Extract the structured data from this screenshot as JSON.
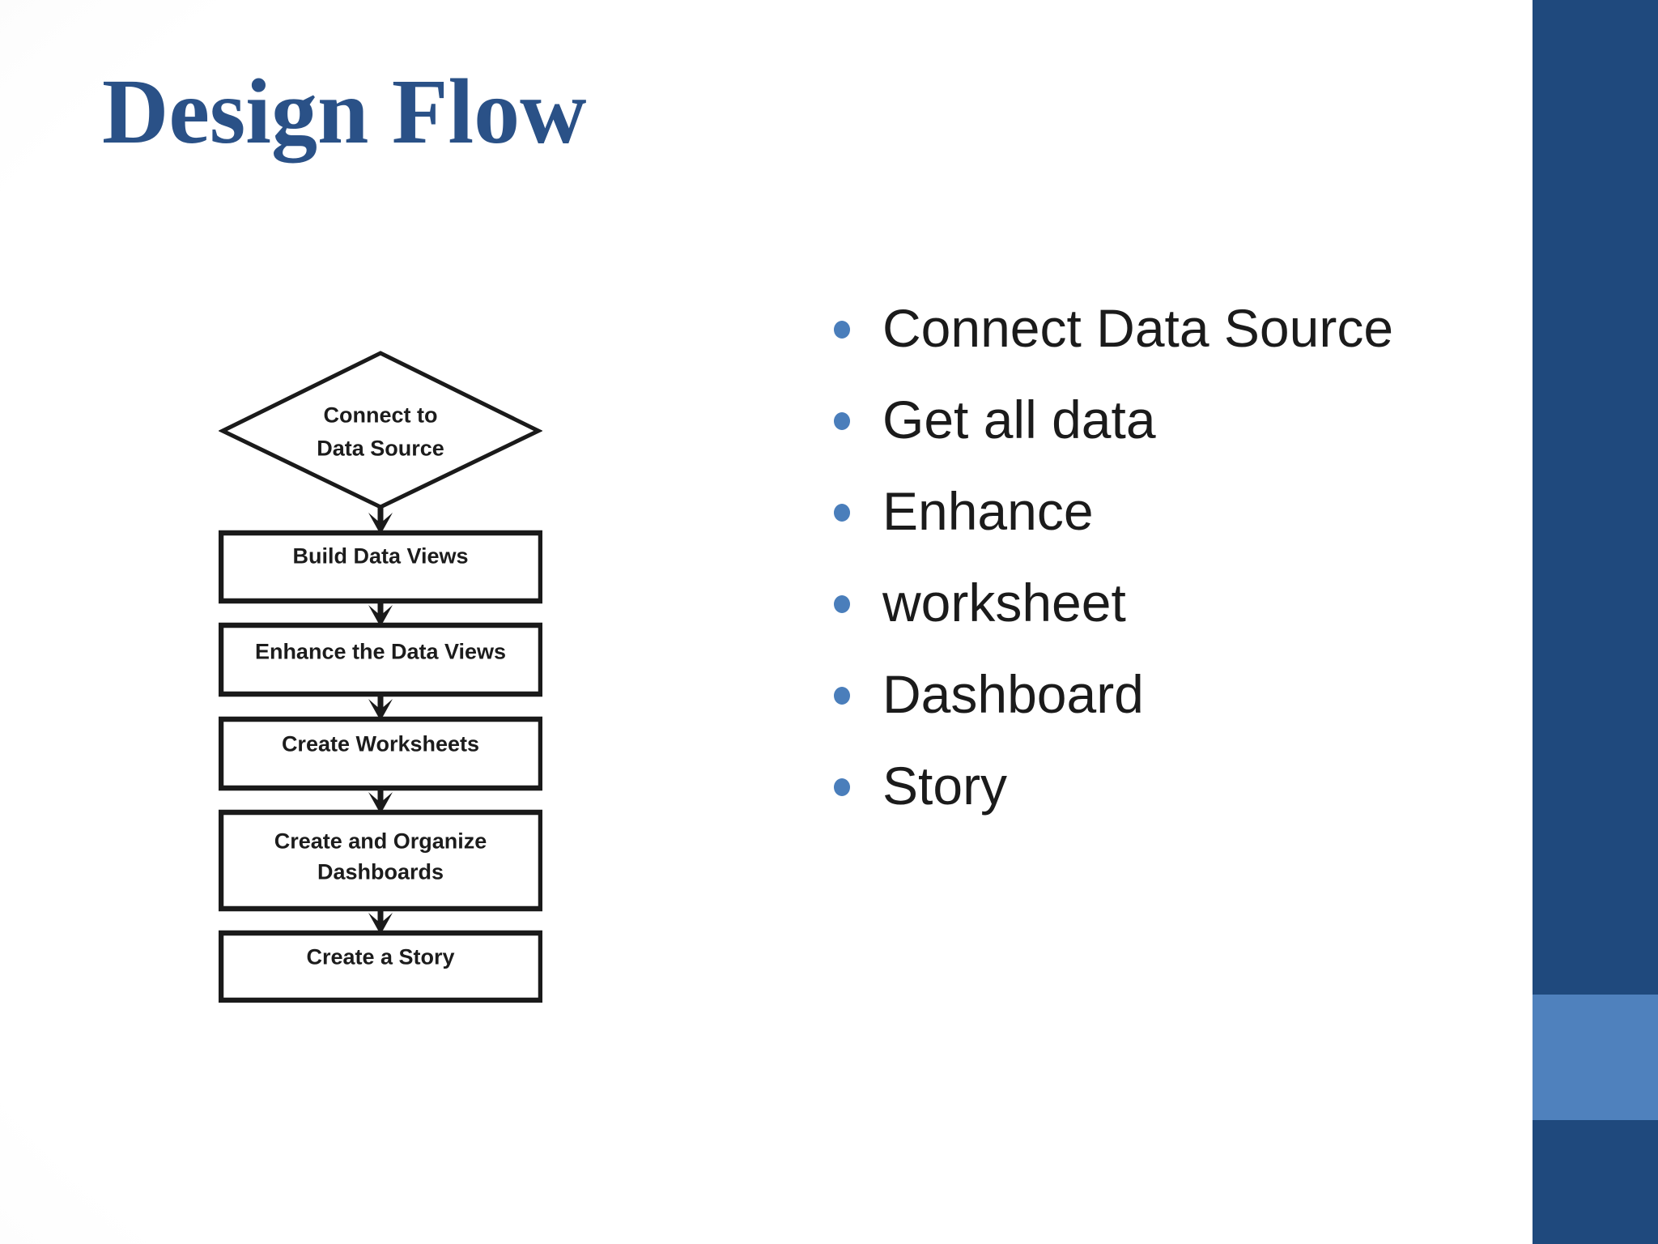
{
  "title": "Design Flow",
  "flowchart": {
    "nodes": [
      {
        "shape": "diamond",
        "line1": "Connect to",
        "line2": "Data Source"
      },
      {
        "shape": "rect",
        "line1": "Build Data Views"
      },
      {
        "shape": "rect",
        "line1": "Enhance the Data Views"
      },
      {
        "shape": "rect",
        "line1": "Create Worksheets"
      },
      {
        "shape": "rect",
        "line1": "Create and Organize",
        "line2": "Dashboards"
      },
      {
        "shape": "rect",
        "line1": "Create a Story"
      }
    ],
    "stroke_color": "#1a1a1a",
    "text_color": "#1c1c1c"
  },
  "bullets": {
    "items": [
      "Connect Data Source",
      "Get all data",
      "Enhance",
      "worksheet",
      "Dashboard",
      "Story"
    ],
    "dot_color": "#4a7ebb",
    "text_color": "#1b1b1b"
  },
  "theme": {
    "title_color": "#2a5187",
    "sidebar_dark": "#1f497d",
    "sidebar_light": "#4f81bd",
    "background_edge": "#d7d7d7",
    "background_center": "#ffffff"
  }
}
